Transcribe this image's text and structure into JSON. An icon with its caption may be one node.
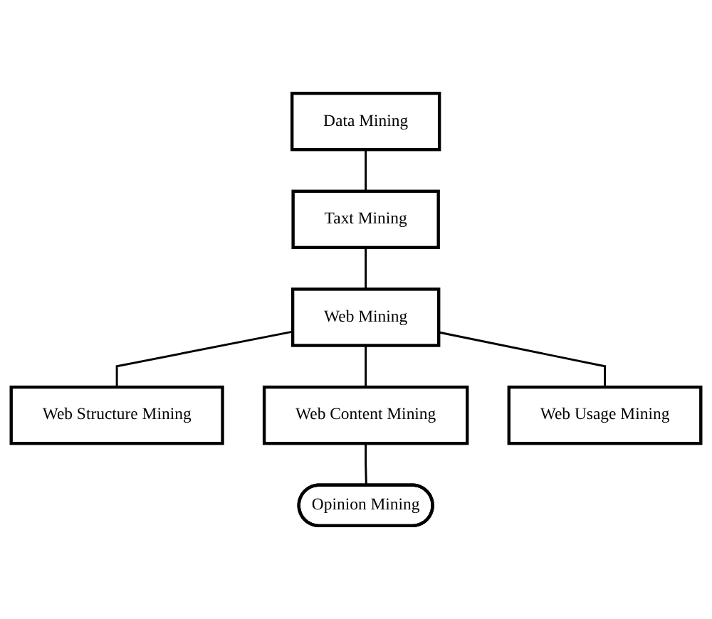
{
  "diagram": {
    "nodes": [
      {
        "text": [
          "Data Mining"
        ]
      },
      {
        "text": [
          "Taxt Mining"
        ]
      },
      {
        "text": [
          "Web Mining"
        ]
      },
      {
        "text": [
          "Web Structure Mining"
        ]
      },
      {
        "text": [
          "Web Content Mining"
        ]
      },
      {
        "text": [
          "Web Usage Mining"
        ]
      },
      {
        "text": [
          "Opinion Mining"
        ]
      }
    ],
    "edges": [
      {
        "from": 0,
        "to": 1,
        "arrow": "none"
      },
      {
        "from": 1,
        "to": 2,
        "arrow": "none"
      },
      {
        "from": 2,
        "to": 3,
        "arrow": "none"
      },
      {
        "from": 2,
        "to": 4,
        "arrow": "none"
      },
      {
        "from": 2,
        "to": 5,
        "arrow": "none"
      },
      {
        "from": 4,
        "to": 6,
        "arrow": "none"
      }
    ]
  }
}
